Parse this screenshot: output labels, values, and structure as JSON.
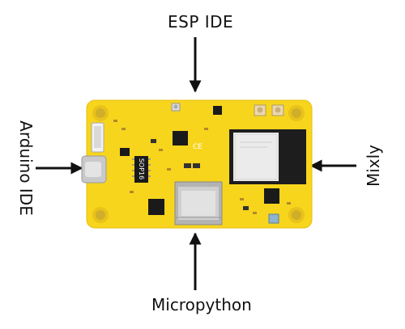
{
  "labels": {
    "top": "ESP IDE",
    "bottom": "Micropython",
    "left": "Arduino IDE",
    "right": "Mixly"
  },
  "board": {
    "silkscreen_chip": "SOP16",
    "silkscreen_module": "CE"
  },
  "colors": {
    "board": "#f7d51d",
    "board_edge": "#e6bf10",
    "arrow": "#111111",
    "module": "#1d1d1d",
    "shield": "#ebebeb"
  }
}
